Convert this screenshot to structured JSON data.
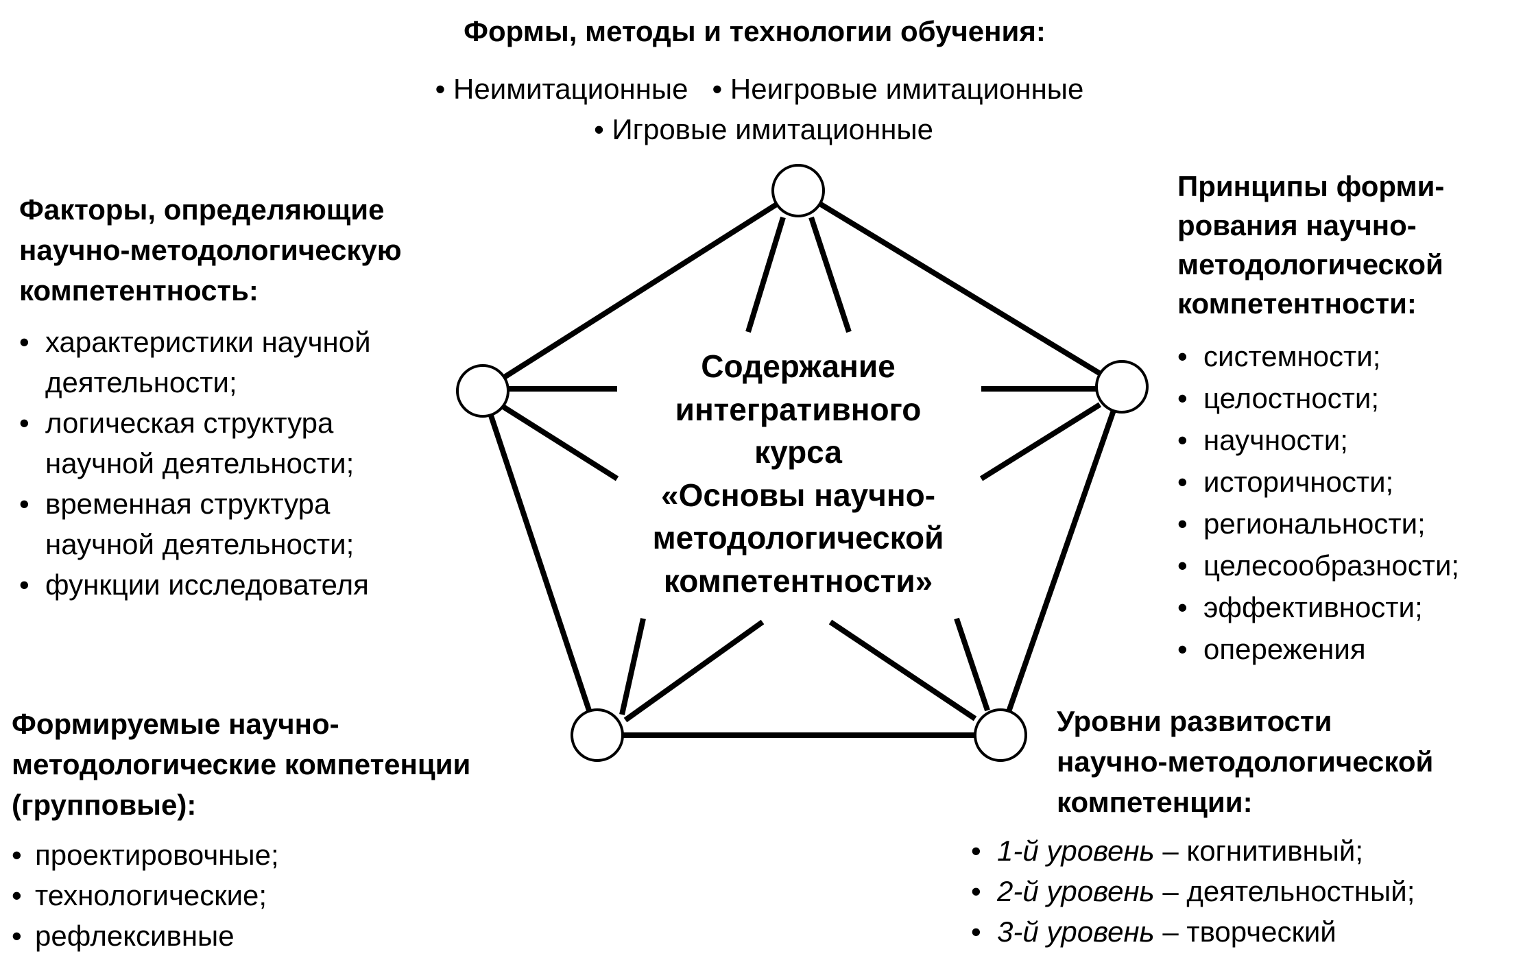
{
  "center": {
    "lines": [
      "Содержание",
      "интегративного",
      "курса",
      "«Основы научно-",
      "методологической",
      "компетентности»"
    ]
  },
  "top": {
    "heading": "Формы, методы и технологии обучения:",
    "items": [
      "Неимитационные",
      "Неигровые имитационные",
      "Игровые имитационные"
    ]
  },
  "left": {
    "heading": [
      "Факторы, определяющие",
      "научно-методологическую",
      "компетентность:"
    ],
    "items": [
      [
        "характеристики научной",
        "деятельности;"
      ],
      [
        "логическая структура",
        "научной деятельности;"
      ],
      [
        "временная структура",
        "научной деятельности;"
      ],
      [
        "функции исследователя"
      ]
    ]
  },
  "right": {
    "heading": [
      "Принципы форми-",
      "рования научно-",
      "методологической",
      "компетентности:"
    ],
    "items": [
      "системности;",
      "целостности;",
      "научности;",
      "историчности;",
      "региональности;",
      "целесообразности;",
      "эффективности;",
      "опережения"
    ]
  },
  "bottom_left": {
    "heading": [
      "Формируемые научно-",
      "методологические компетенции",
      "(групповые):"
    ],
    "items": [
      "проектировочные;",
      "технологические;",
      "рефлексивные"
    ]
  },
  "bottom_right": {
    "heading": [
      "Уровни развитости",
      "научно-методологической",
      "компетенции:"
    ],
    "items": [
      {
        "level": "1-й уровень",
        "rest": " – когнитивный;"
      },
      {
        "level": "2-й уровень",
        "rest": " – деятельностный;"
      },
      {
        "level": "3-й уровень",
        "rest": " – творческий"
      }
    ]
  },
  "bullet": "•"
}
